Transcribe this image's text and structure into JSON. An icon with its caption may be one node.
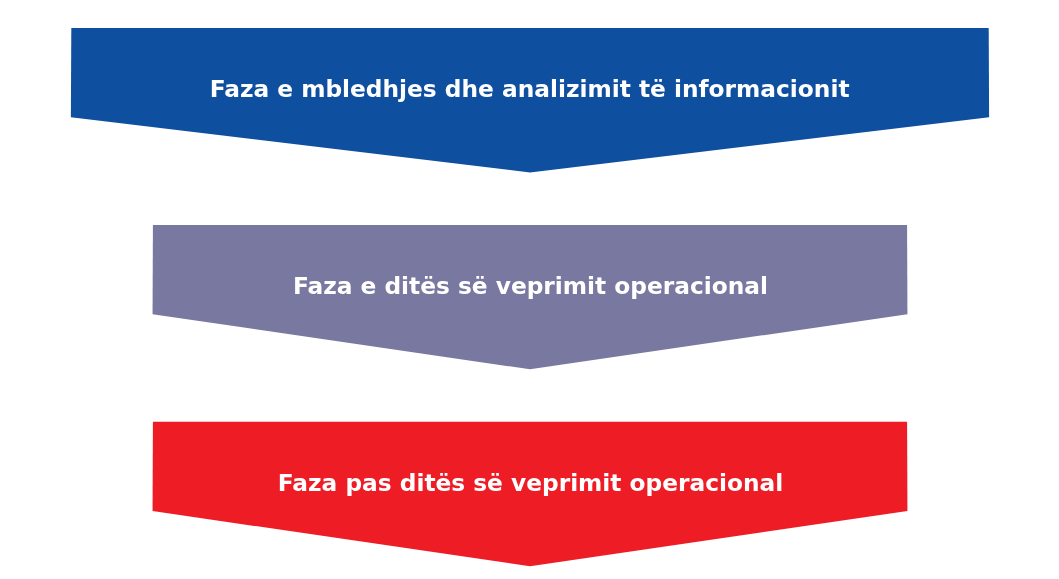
{
  "diagram": {
    "nodes": [
      {
        "text": [
          "Faza e mbledhjes dhe analizimit të informacionit"
        ]
      },
      {
        "text": [
          "Faza e ditës së veprimit operacional"
        ]
      },
      {
        "text": [
          "Faza pas ditës së veprimit operacional"
        ]
      }
    ]
  }
}
